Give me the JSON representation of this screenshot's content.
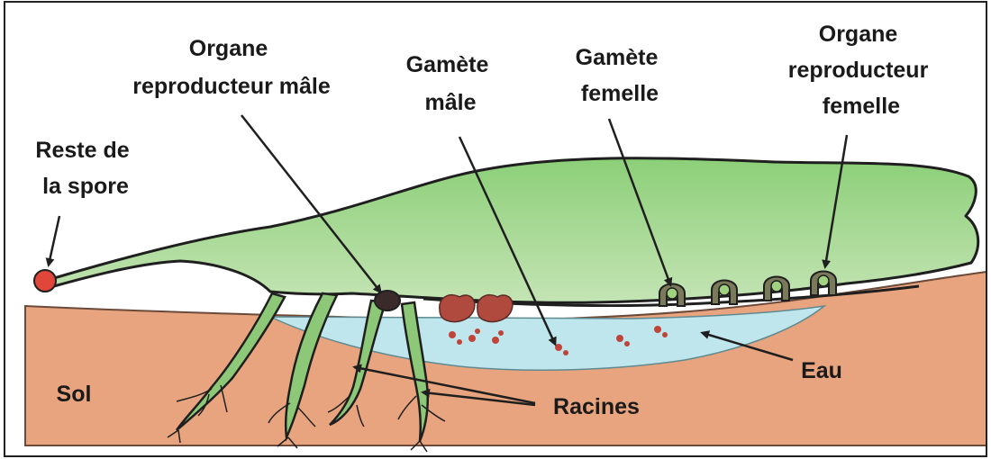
{
  "labels": {
    "reste_spore": [
      "Reste de",
      "la spore"
    ],
    "organe_male": [
      "Organe",
      "reproducteur mâle"
    ],
    "gamete_male": [
      "Gamète",
      "mâle"
    ],
    "gamete_femelle": [
      "Gamète",
      "femelle"
    ],
    "organe_femelle": [
      "Organe",
      "reproducteur",
      "femelle"
    ],
    "eau": "Eau",
    "sol": "Sol",
    "racines": "Racines"
  },
  "colors": {
    "thallus_green": "#9ed08a",
    "soil": "#e8a47e",
    "water": "#bfe6ec",
    "spore_red": "#e0463a",
    "male_organ": "#3a2a2a",
    "gamete_red": "#c0443a",
    "outline": "#1f1f1f"
  }
}
